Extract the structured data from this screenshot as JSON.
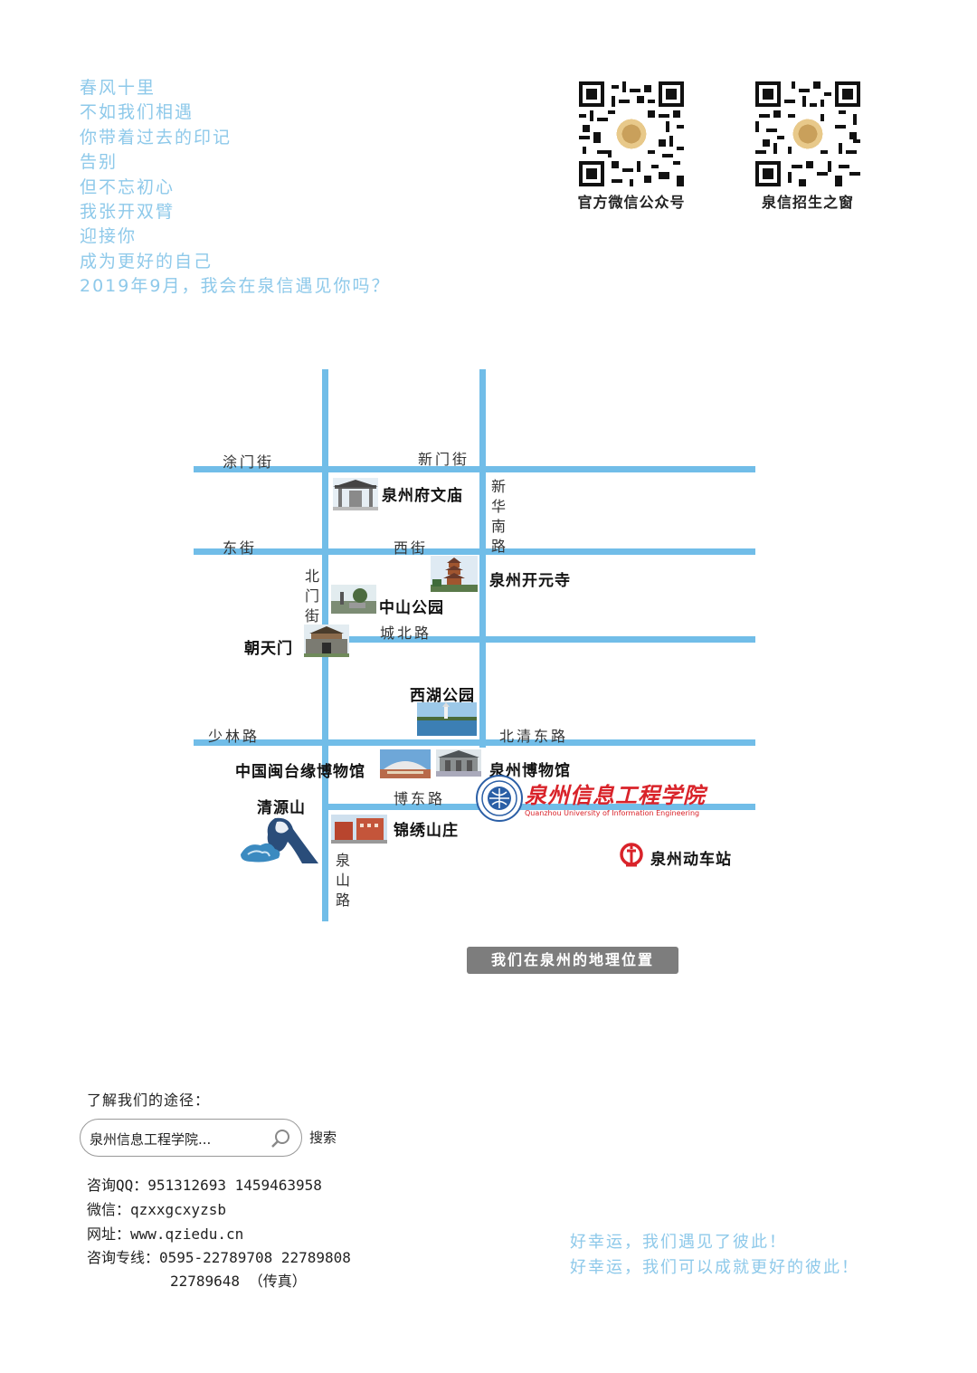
{
  "poem": {
    "lines": [
      "春风十里",
      "不如我们相遇",
      "你带着过去的印记",
      "告别",
      "但不忘初心",
      "我张开双臂",
      "迎接你",
      "成为更好的自己",
      "2019年9月，我会在泉信遇见你吗？"
    ]
  },
  "qr_codes": [
    {
      "caption": "官方微信公众号"
    },
    {
      "caption": "泉信招生之窗"
    }
  ],
  "map": {
    "roads": {
      "tumen": "涂门街",
      "xinmen": "新门街",
      "dong": "东街",
      "xi": "西街",
      "xinhua_nan": "新华南路",
      "beimen": "北门街",
      "chengbei": "城北路",
      "shaolin": "少林路",
      "beiqing_dong": "北清东路",
      "bodong": "博东路",
      "quanshan": "泉山路"
    },
    "places": {
      "fuwenmiao": "泉州府文庙",
      "kaiyuan_temple": "泉州开元寺",
      "zhongshan_park": "中山公园",
      "chaotianmen": "朝天门",
      "xihu_park": "西湖公园",
      "mintai_museum": "中国闽台缘博物馆",
      "quanzhou_museum": "泉州博物馆",
      "qingyuan_mountain": "清源山",
      "jinxiu_village": "锦绣山庄",
      "station": "泉州动车站"
    },
    "school": {
      "name_cn": "泉州信息工程学院",
      "name_en": "Quanzhou University of Information Engineering"
    },
    "colors": {
      "road": "#71bde8",
      "school": "#d9232a",
      "station": "#d9232a"
    }
  },
  "banner": "我们在泉州的地理位置",
  "contact": {
    "heading": "了解我们的途径：",
    "search_value": "泉州信息工程学院...",
    "search_button": "搜索",
    "qq": "咨询QQ：951312693   1459463958",
    "wechat": "微信：qzxxgcxyzsb",
    "website": "网址：www.qziedu.cn",
    "hotline": "咨询专线：0595-22789708   22789808",
    "fax": "22789648  （传真）"
  },
  "blessing": [
    "好幸运，我们遇见了彼此！",
    "好幸运，我们可以成就更好的彼此！"
  ],
  "colors": {
    "poem": "#8ec9ea",
    "banner": "#7d7d7d"
  }
}
